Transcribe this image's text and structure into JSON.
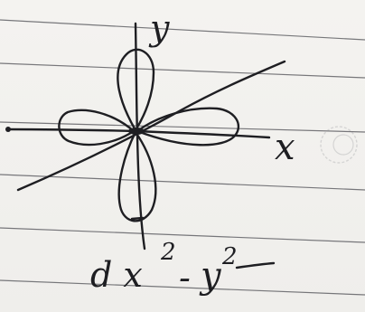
{
  "labels": {
    "y_axis": "y",
    "x_axis": "x",
    "orbital_base": "d x",
    "orbital_sup1": "2",
    "orbital_minus": "-",
    "orbital_y": "y",
    "orbital_sup2": "2"
  }
}
